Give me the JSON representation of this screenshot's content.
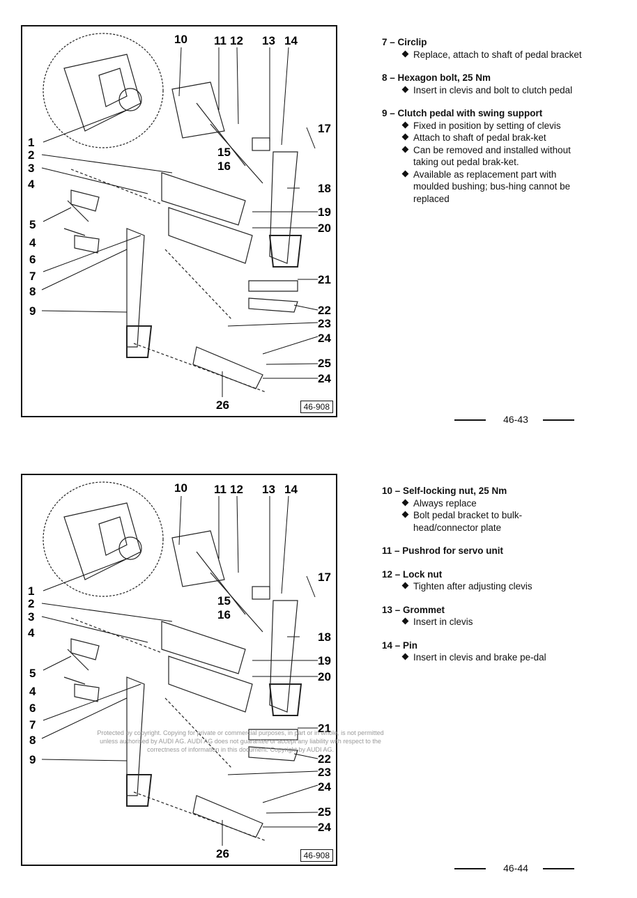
{
  "pages": [
    {
      "figure": {
        "ref": "46-908",
        "callouts": [
          "1",
          "2",
          "3",
          "4",
          "5",
          "4",
          "6",
          "7",
          "8",
          "9",
          "10",
          "11",
          "12",
          "13",
          "14",
          "15",
          "16",
          "17",
          "18",
          "19",
          "20",
          "21",
          "22",
          "23",
          "24",
          "25",
          "24",
          "26"
        ]
      },
      "items": [
        {
          "head": "7 – Circlip",
          "bullets": [
            "Replace, attach to shaft of pedal bracket"
          ]
        },
        {
          "head": "8 – Hexagon bolt, 25 Nm",
          "bullets": [
            "Insert in clevis and bolt to clutch pedal"
          ]
        },
        {
          "head": "9 – Clutch pedal with swing support",
          "bullets": [
            "Fixed in position by setting of clevis",
            "Attach to shaft of pedal brak-ket",
            "Can be removed and installed without taking out pedal brak-ket.",
            "Available as replacement part with moulded bushing; bus-hing cannot be replaced"
          ]
        }
      ],
      "page_number": "46-43"
    },
    {
      "figure": {
        "ref": "46-908",
        "callouts": [
          "1",
          "2",
          "3",
          "4",
          "5",
          "4",
          "6",
          "7",
          "8",
          "9",
          "10",
          "11",
          "12",
          "13",
          "14",
          "15",
          "16",
          "17",
          "18",
          "19",
          "20",
          "21",
          "22",
          "23",
          "24",
          "25",
          "24",
          "26"
        ]
      },
      "items": [
        {
          "head": "10 – Self-locking nut, 25 Nm",
          "bullets": [
            "Always replace",
            "Bolt pedal bracket to bulk-head/connector plate"
          ]
        },
        {
          "head": "11 – Pushrod for servo unit",
          "bullets": []
        },
        {
          "head": "12 – Lock nut",
          "bullets": [
            "Tighten after adjusting clevis"
          ]
        },
        {
          "head": "13 – Grommet",
          "bullets": [
            "Insert in clevis"
          ]
        },
        {
          "head": "14 – Pin",
          "bullets": [
            "Insert in clevis and brake pe-dal"
          ]
        }
      ],
      "page_number": "46-44",
      "watermark": "Protected by copyright. Copying for private or commercial purposes, in part or in whole, is not permitted unless authorised by AUDI AG. AUDI AG does not guarantee or accept any liability with respect to the correctness of information in this document. Copyright by AUDI AG."
    }
  ]
}
